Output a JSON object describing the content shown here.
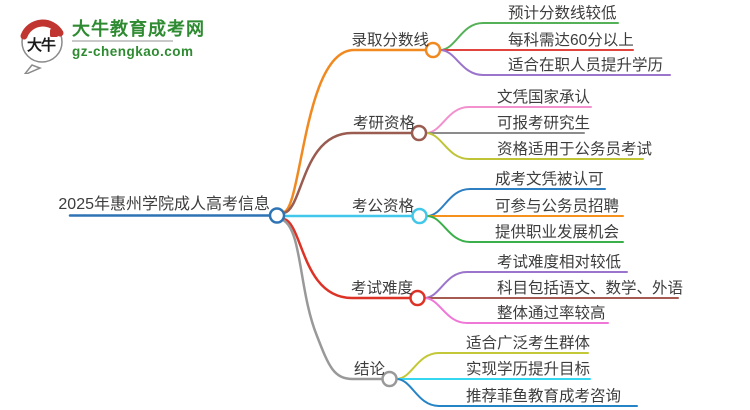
{
  "logo": {
    "title": "大牛教育成考网",
    "domain": "gz-chengkao.com",
    "icon_text": "大牛",
    "brand_color": "#2e8b31",
    "seal_color": "#c13530"
  },
  "mindmap": {
    "root": {
      "label": "2025年惠州学院成人高考信息",
      "color": "#2E74B5"
    },
    "branches": [
      {
        "label": "录取分数线",
        "color": "#F18921",
        "children": [
          {
            "label": "预计分数线较低",
            "color": "#55B157"
          },
          {
            "label": "每科需达60分以上",
            "color": "#E0443C"
          },
          {
            "label": "适合在职人员提升学历",
            "color": "#9B74CB"
          }
        ]
      },
      {
        "label": "考研资格",
        "color": "#9A5B50",
        "children": [
          {
            "label": "文凭国家承认",
            "color": "#F291CE"
          },
          {
            "label": "可报考研究生",
            "color": "#8C8C8C"
          },
          {
            "label": "资格适用于公务员考试",
            "color": "#BFC437"
          }
        ]
      },
      {
        "label": "考公资格",
        "color": "#41C7E9",
        "children": [
          {
            "label": "成考文凭被认可",
            "color": "#2E7FC2"
          },
          {
            "label": "可参与公务员招聘",
            "color": "#F5921E"
          },
          {
            "label": "提供职业发展机会",
            "color": "#3AAF4A"
          }
        ]
      },
      {
        "label": "考试难度",
        "color": "#DD3327",
        "children": [
          {
            "label": "考试难度相对较低",
            "color": "#9B74CB"
          },
          {
            "label": "科目包括语文、数学、外语",
            "color": "#A65B52"
          },
          {
            "label": "整体通过率较高",
            "color": "#EF77D8"
          }
        ]
      },
      {
        "label": "结论",
        "color": "#999999",
        "children": [
          {
            "label": "适合广泛考生群体",
            "color": "#C3C838"
          },
          {
            "label": "实现学历提升目标",
            "color": "#35D6F0"
          },
          {
            "label": "推荐菲鱼教育成考咨询",
            "color": "#2584C6"
          }
        ]
      }
    ]
  }
}
